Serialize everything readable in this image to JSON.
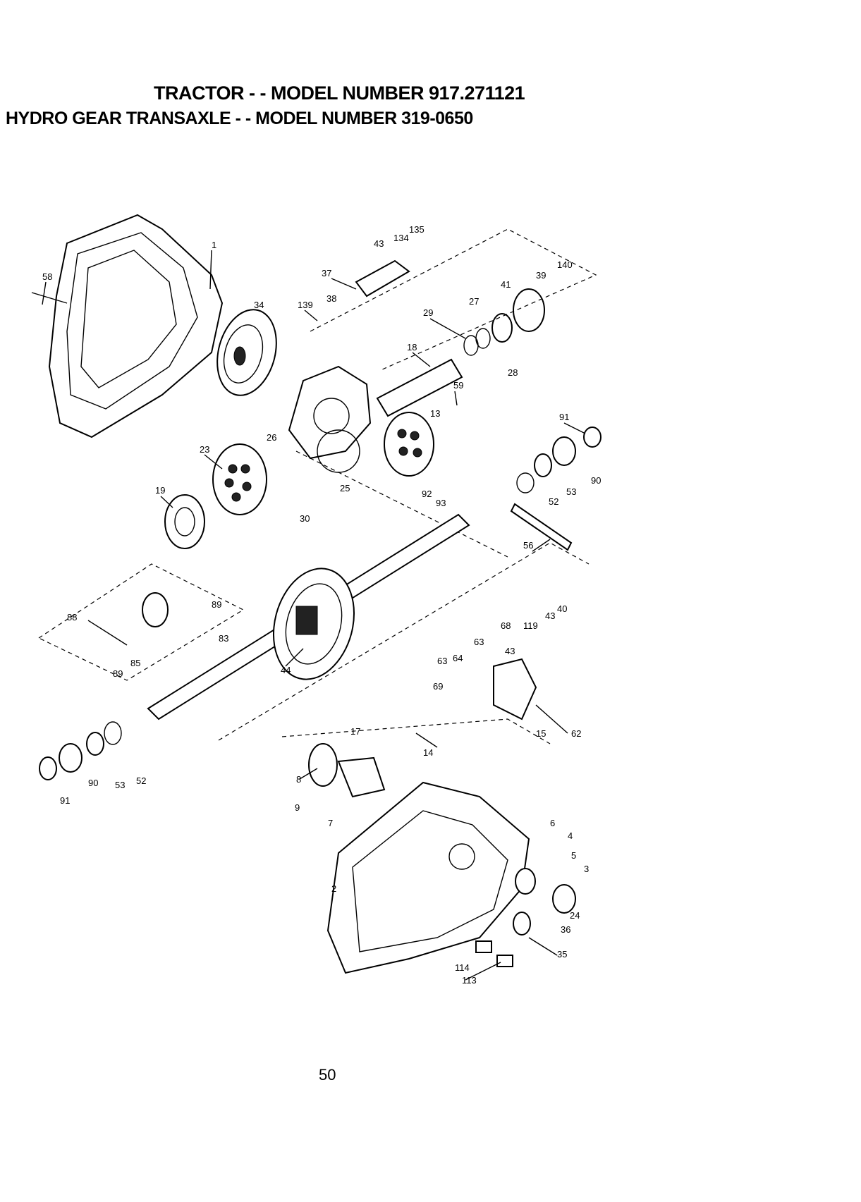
{
  "header": {
    "title_line1": "TRACTOR - - MODEL NUMBER 917.271121",
    "title_line2": "HYDRO GEAR TRANSAXLE - - MODEL NUMBER 319-0650"
  },
  "callouts": [
    "1",
    "58",
    "34",
    "139",
    "38",
    "37",
    "43",
    "134",
    "135",
    "140",
    "39",
    "41",
    "27",
    "29",
    "28",
    "18",
    "59",
    "13",
    "26",
    "23",
    "19",
    "25",
    "30",
    "92",
    "93",
    "91",
    "90",
    "53",
    "52",
    "56",
    "88",
    "89",
    "83",
    "85",
    "89",
    "44",
    "40",
    "43",
    "68",
    "119",
    "63",
    "43",
    "63",
    "64",
    "69",
    "62",
    "15",
    "17",
    "14",
    "8",
    "9",
    "7",
    "6",
    "4",
    "5",
    "3",
    "2",
    "24",
    "36",
    "35",
    "114",
    "113",
    "90",
    "53",
    "52",
    "91"
  ],
  "footer": {
    "page_number": "50"
  }
}
